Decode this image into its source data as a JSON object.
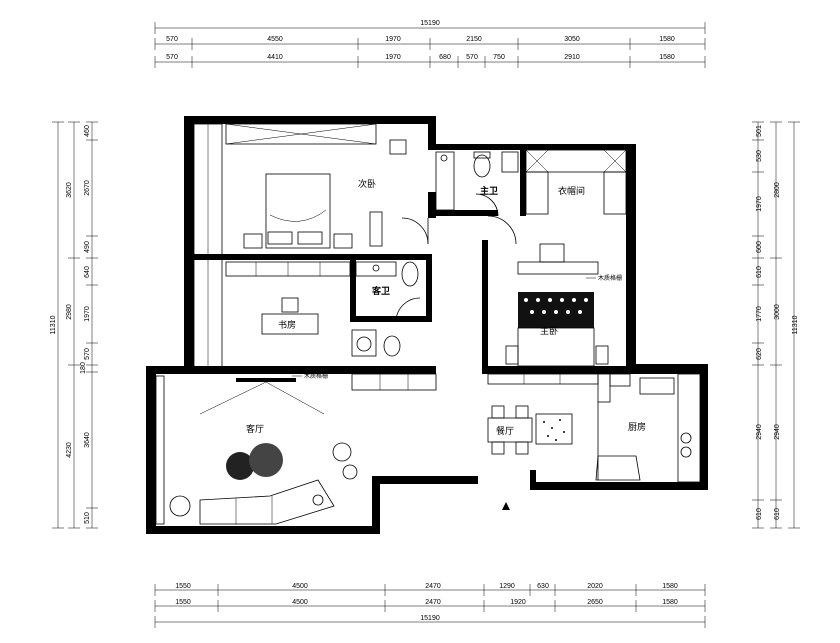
{
  "dimensions": {
    "top_total": "15190",
    "top_row1": [
      "570",
      "4550",
      "1970",
      "2150",
      "3050",
      "1580"
    ],
    "top_row2": [
      "570",
      "4410",
      "1970",
      "680",
      "570",
      "750",
      "2910",
      "1580"
    ],
    "bottom_total": "15190",
    "bottom_row1": [
      "1550",
      "4500",
      "2470",
      "1290",
      "630",
      "2020",
      "1580"
    ],
    "bottom_row2": [
      "1550",
      "4500",
      "2470",
      "1920",
      "2650",
      "1580"
    ],
    "left_total": "11310",
    "left_outer": [
      "3620",
      "2980",
      "4230"
    ],
    "left_inner": [
      "460",
      "2670",
      "490",
      "640",
      "1970",
      "570",
      "180",
      "3640",
      "510"
    ],
    "right_total": "11310",
    "right_outer": [
      "2800",
      "3000",
      "2940",
      "610"
    ],
    "right_inner": [
      "501",
      "530",
      "1970",
      "600",
      "610",
      "1770",
      "620",
      "2940",
      "610"
    ]
  },
  "rooms": {
    "second_bedroom": "次卧",
    "master_bath": "主卫",
    "walk_in_closet": "衣帽间",
    "guest_bath": "客卫",
    "study": "书房",
    "living_room": "客厅",
    "dining_room": "餐厅",
    "kitchen": "厨房",
    "master_bedroom": "主卧"
  },
  "notes": {
    "wood_grille_right": "木质格栅",
    "wood_grille_left": "木质格栅"
  }
}
